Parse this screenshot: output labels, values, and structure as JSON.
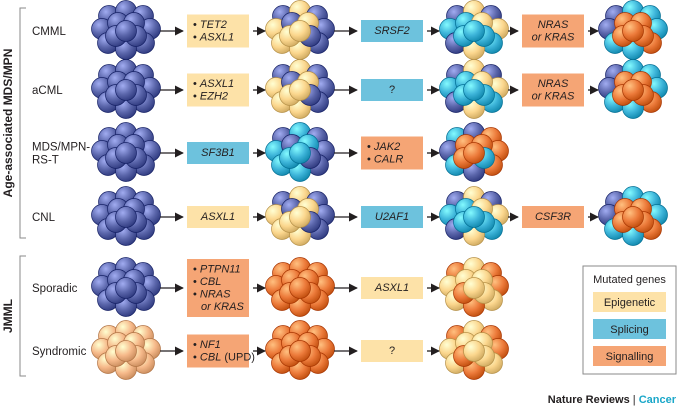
{
  "groups": [
    {
      "label": "Age-associated MDS/MPN",
      "rows": [
        0,
        1,
        2,
        3
      ]
    },
    {
      "label": "JMML",
      "rows": [
        4,
        5
      ]
    }
  ],
  "rows": [
    {
      "label": [
        "CMML"
      ],
      "cells": [
        "blue",
        {
          "type": "epigenetic",
          "lines": [
            {
              "t": "TET2",
              "b": 1
            },
            {
              "t": "ASXL1",
              "b": 1
            }
          ]
        },
        "blue-yellow",
        {
          "type": "splicing",
          "lines": [
            {
              "t": "SRSF2"
            }
          ]
        },
        "blue-yellow-cyan",
        {
          "type": "signalling",
          "lines": [
            {
              "t": "NRAS"
            },
            {
              "t": "or KRAS"
            }
          ]
        },
        "cyan-orange"
      ]
    },
    {
      "label": [
        "aCML"
      ],
      "cells": [
        "blue",
        {
          "type": "epigenetic",
          "lines": [
            {
              "t": "ASXL1",
              "b": 1
            },
            {
              "t": "EZH2",
              "b": 1
            }
          ]
        },
        "blue-yellow",
        {
          "type": "splicing",
          "lines": [
            {
              "t": "?",
              "plain": 1
            }
          ]
        },
        "blue-yellow-cyan",
        {
          "type": "signalling",
          "lines": [
            {
              "t": "NRAS"
            },
            {
              "t": "or KRAS"
            }
          ]
        },
        "cyan-orange"
      ]
    },
    {
      "label": [
        "MDS/MPN-",
        "RS-T"
      ],
      "cells": [
        "blue",
        {
          "type": "splicing",
          "lines": [
            {
              "t": "SF3B1"
            }
          ]
        },
        "blue-cyan",
        {
          "type": "signalling",
          "lines": [
            {
              "t": "JAK2",
              "b": 1
            },
            {
              "t": "CALR",
              "b": 1
            }
          ]
        },
        "blue-cyan-orange"
      ]
    },
    {
      "label": [
        "CNL"
      ],
      "cells": [
        "blue",
        {
          "type": "epigenetic",
          "lines": [
            {
              "t": "ASXL1"
            }
          ]
        },
        "blue-yellow",
        {
          "type": "splicing",
          "lines": [
            {
              "t": "U2AF1"
            }
          ]
        },
        "blue-yellow-cyan",
        {
          "type": "signalling",
          "lines": [
            {
              "t": "CSF3R"
            }
          ]
        },
        "cyan-orange"
      ]
    },
    {
      "label": [
        "Sporadic"
      ],
      "cells": [
        "blue",
        {
          "type": "signalling",
          "lines": [
            {
              "t": "PTPN11",
              "b": 1
            },
            {
              "t": "CBL",
              "b": 1
            },
            {
              "t": "NRAS",
              "b": 1
            },
            {
              "t": "or KRAS",
              "i": 1
            }
          ]
        },
        "orange",
        {
          "type": "epigenetic",
          "lines": [
            {
              "t": "ASXL1"
            }
          ]
        },
        "orange-yellow"
      ]
    },
    {
      "label": [
        "Syndromic"
      ],
      "cells": [
        "peach",
        {
          "type": "signalling",
          "lines": [
            {
              "t": "NF1",
              "b": 1
            },
            {
              "t": "CBL",
              "b": 1,
              "suffix": " (UPD)"
            }
          ]
        },
        "orange",
        {
          "type": "epigenetic",
          "lines": [
            {
              "t": "?",
              "plain": 1
            }
          ]
        },
        "orange-yellow"
      ]
    }
  ],
  "legend": {
    "title": "Mutated genes",
    "items": [
      {
        "label": "Epigenetic",
        "color": "#fde2a8"
      },
      {
        "label": "Splicing",
        "color": "#6dc2dd"
      },
      {
        "label": "Signalling",
        "color": "#f5a575"
      }
    ]
  },
  "credit": {
    "journal": "Nature Reviews",
    "separator": " | ",
    "section": "Cancer"
  },
  "colors": {
    "epigenetic": "#fde2a8",
    "splicing": "#6dc2dd",
    "signalling": "#f5a575",
    "cell_blue": "#5b66ab",
    "cell_yellow": "#fbd68d",
    "cell_cyan": "#3db4d9",
    "cell_orange": "#ec7a3a",
    "cell_peach": "#f6b98a",
    "credit_accent": "#1aa7c9"
  }
}
